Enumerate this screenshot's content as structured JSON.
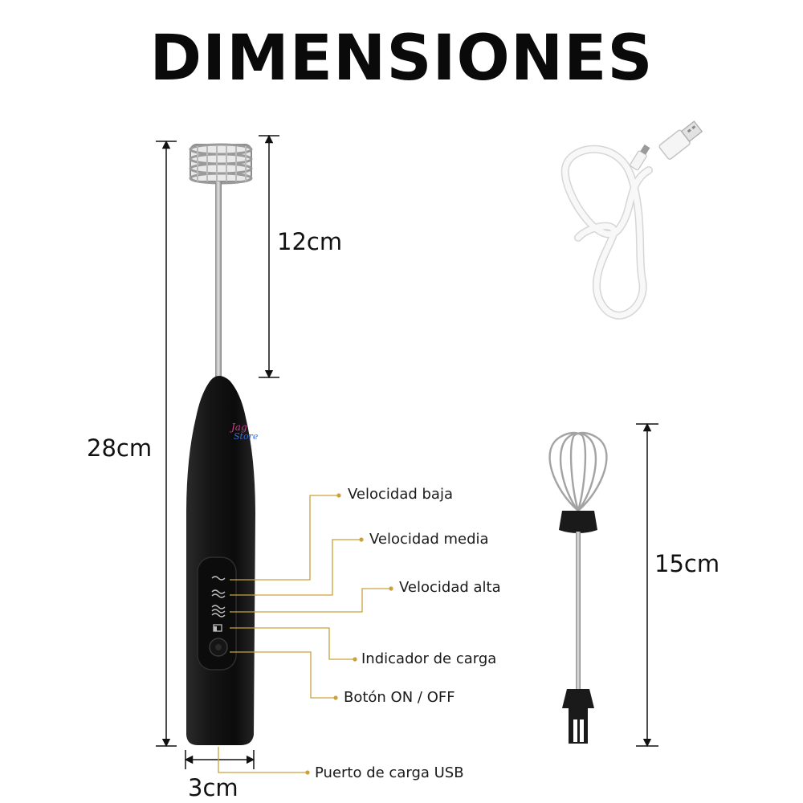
{
  "title": "DIMENSIONES",
  "dimensions": {
    "head": "12cm",
    "total": "28cm",
    "width": "3cm",
    "whisk": "15cm"
  },
  "callouts": {
    "low": "Velocidad baja",
    "mid": "Velocidad media",
    "high": "Velocidad alta",
    "charge": "Indicador de carga",
    "power": "Botón ON / OFF",
    "usb": "Puerto de carga USB"
  },
  "logo": {
    "line1": "Jag",
    "line2": "Store"
  },
  "colors": {
    "callout_line": "#c9a23a",
    "body": "#141414",
    "metal": "#a8a8a8",
    "cable": "#f4f4f4"
  }
}
